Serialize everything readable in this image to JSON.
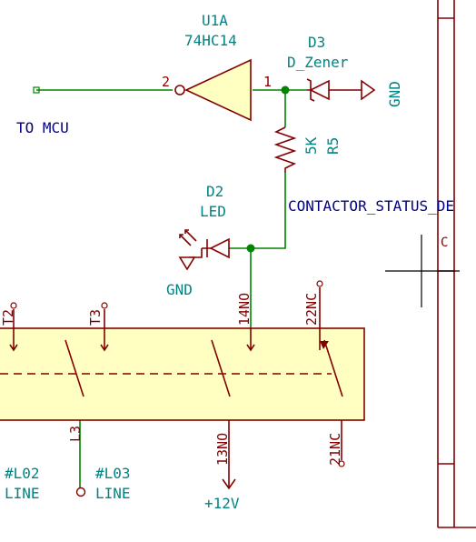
{
  "components": {
    "u1a": {
      "ref": "U1A",
      "value": "74HC14",
      "pin_in": "2",
      "pin_out": "1"
    },
    "d3": {
      "ref": "D3",
      "value": "D_Zener"
    },
    "r5": {
      "ref": "R5",
      "value": "5K"
    },
    "d2": {
      "ref": "D2",
      "value": "LED"
    },
    "contactor": {
      "pins": {
        "t2": "T2",
        "t3": "T3",
        "p14": "14NO",
        "p22": "22NC",
        "l3": "L3",
        "p13": "13NO",
        "p21": "21NC"
      }
    }
  },
  "power": {
    "gnd_right": "GND",
    "gnd_led": "GND",
    "v12": "+12V"
  },
  "nets": {
    "to_mcu": "TO MCU",
    "contactor_status": "CONTACTOR_STATUS_DE"
  },
  "connectors": {
    "l02": {
      "name": "#L02",
      "value": "LINE"
    },
    "l03": {
      "name": "#L03",
      "value": "LINE"
    }
  },
  "border": {
    "zone": "C"
  },
  "colors": {
    "wire": "#008400",
    "component_body": "#840000",
    "component_fill": "#ffffc2",
    "component_text": "#008484",
    "net_label": "#000084",
    "background": "#ffffff"
  }
}
